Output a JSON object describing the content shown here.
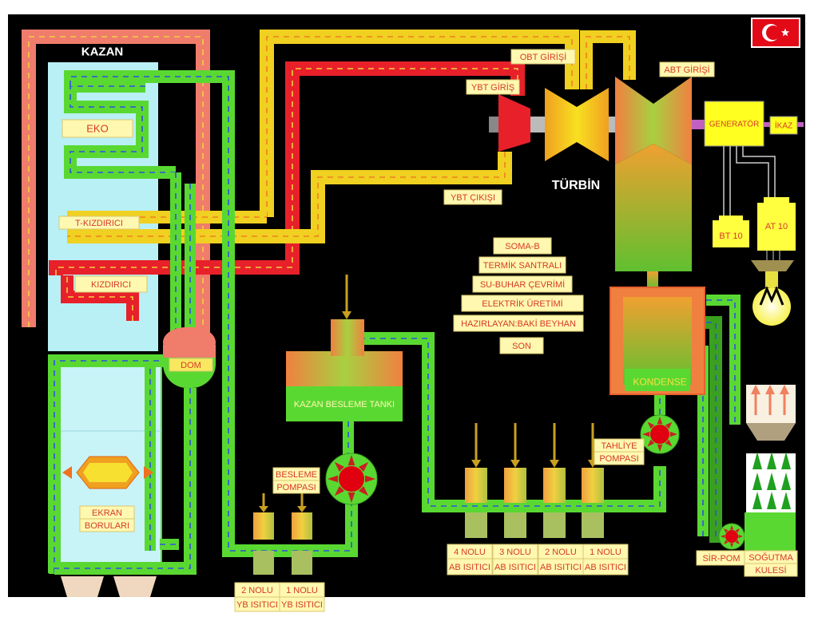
{
  "flag": {
    "colors": {
      "background": "#e30a17",
      "symbol": "#ffffff"
    }
  },
  "labels": {
    "kazan": "KAZAN",
    "eko": "EKO",
    "t_kizdirici": "T-KIZDIRICI",
    "kizdirici": "KIZDIRICI",
    "dom": "DOM",
    "ekran_1": "EKRAN",
    "ekran_2": "BORULARI",
    "obt_girisi": "OBT GİRİŞİ",
    "ybt_giris": "YBT GİRİŞ",
    "abt_girisi": "ABT GİRİŞİ",
    "ybt_cikisi": "YBT ÇIKIŞI",
    "turbin": "TÜRBİN",
    "generator": "GENERATÖR",
    "ikaz": "İKAZ",
    "bt10": "BT 10",
    "at10": "AT 10",
    "kondense": "KONDENSE",
    "besleme_tanki": "KAZAN BESLEME TANKI",
    "besleme_pompasi_1": "BESLEME",
    "besleme_pompasi_2": "POMPASI",
    "tahliye_1": "TAHLİYE",
    "tahliye_2": "POMPASI",
    "sir_pom": "SİR-POM",
    "sogutma_1": "SOĞUTMA",
    "sogutma_2": "KULESİ",
    "ab4_1": "4 NOLU",
    "ab4_2": "AB ISITICI",
    "ab3_1": "3 NOLU",
    "ab3_2": "AB ISITICI",
    "ab2_1": "2 NOLU",
    "ab2_2": "AB ISITICI",
    "ab1_1": "1 NOLU",
    "ab1_2": "AB ISITICI",
    "yb2_1": "2 NOLU",
    "yb2_2": "YB ISITICI",
    "yb1_1": "1 NOLU",
    "yb1_2": "YB ISITICI"
  },
  "menu": [
    {
      "key": "soma",
      "label": "SOMA-B"
    },
    {
      "key": "termik",
      "label": "TERMİK SANTRALI"
    },
    {
      "key": "su_buhar",
      "label": "SU-BUHAR ÇEVRİMİ"
    },
    {
      "key": "elektrik",
      "label": "ELEKTRİK ÜRETİMİ"
    },
    {
      "key": "hazirlayan",
      "label": "HAZIRLAYAN:BAKİ BEYHAN"
    },
    {
      "key": "son",
      "label": "SON"
    }
  ],
  "colors": {
    "background": "#000000",
    "boiler": "#b8f0f5",
    "water_pipe": "#5ad832",
    "steam_pipe_red": "#e8202a",
    "steam_pipe_salmon": "#f07c6c",
    "steam_pipe_yellow": "#f0d020",
    "label_fill": "#fff8b0",
    "label_text": "#d63a2a",
    "pump_red": "#e00010",
    "generator": "#ffff20"
  }
}
